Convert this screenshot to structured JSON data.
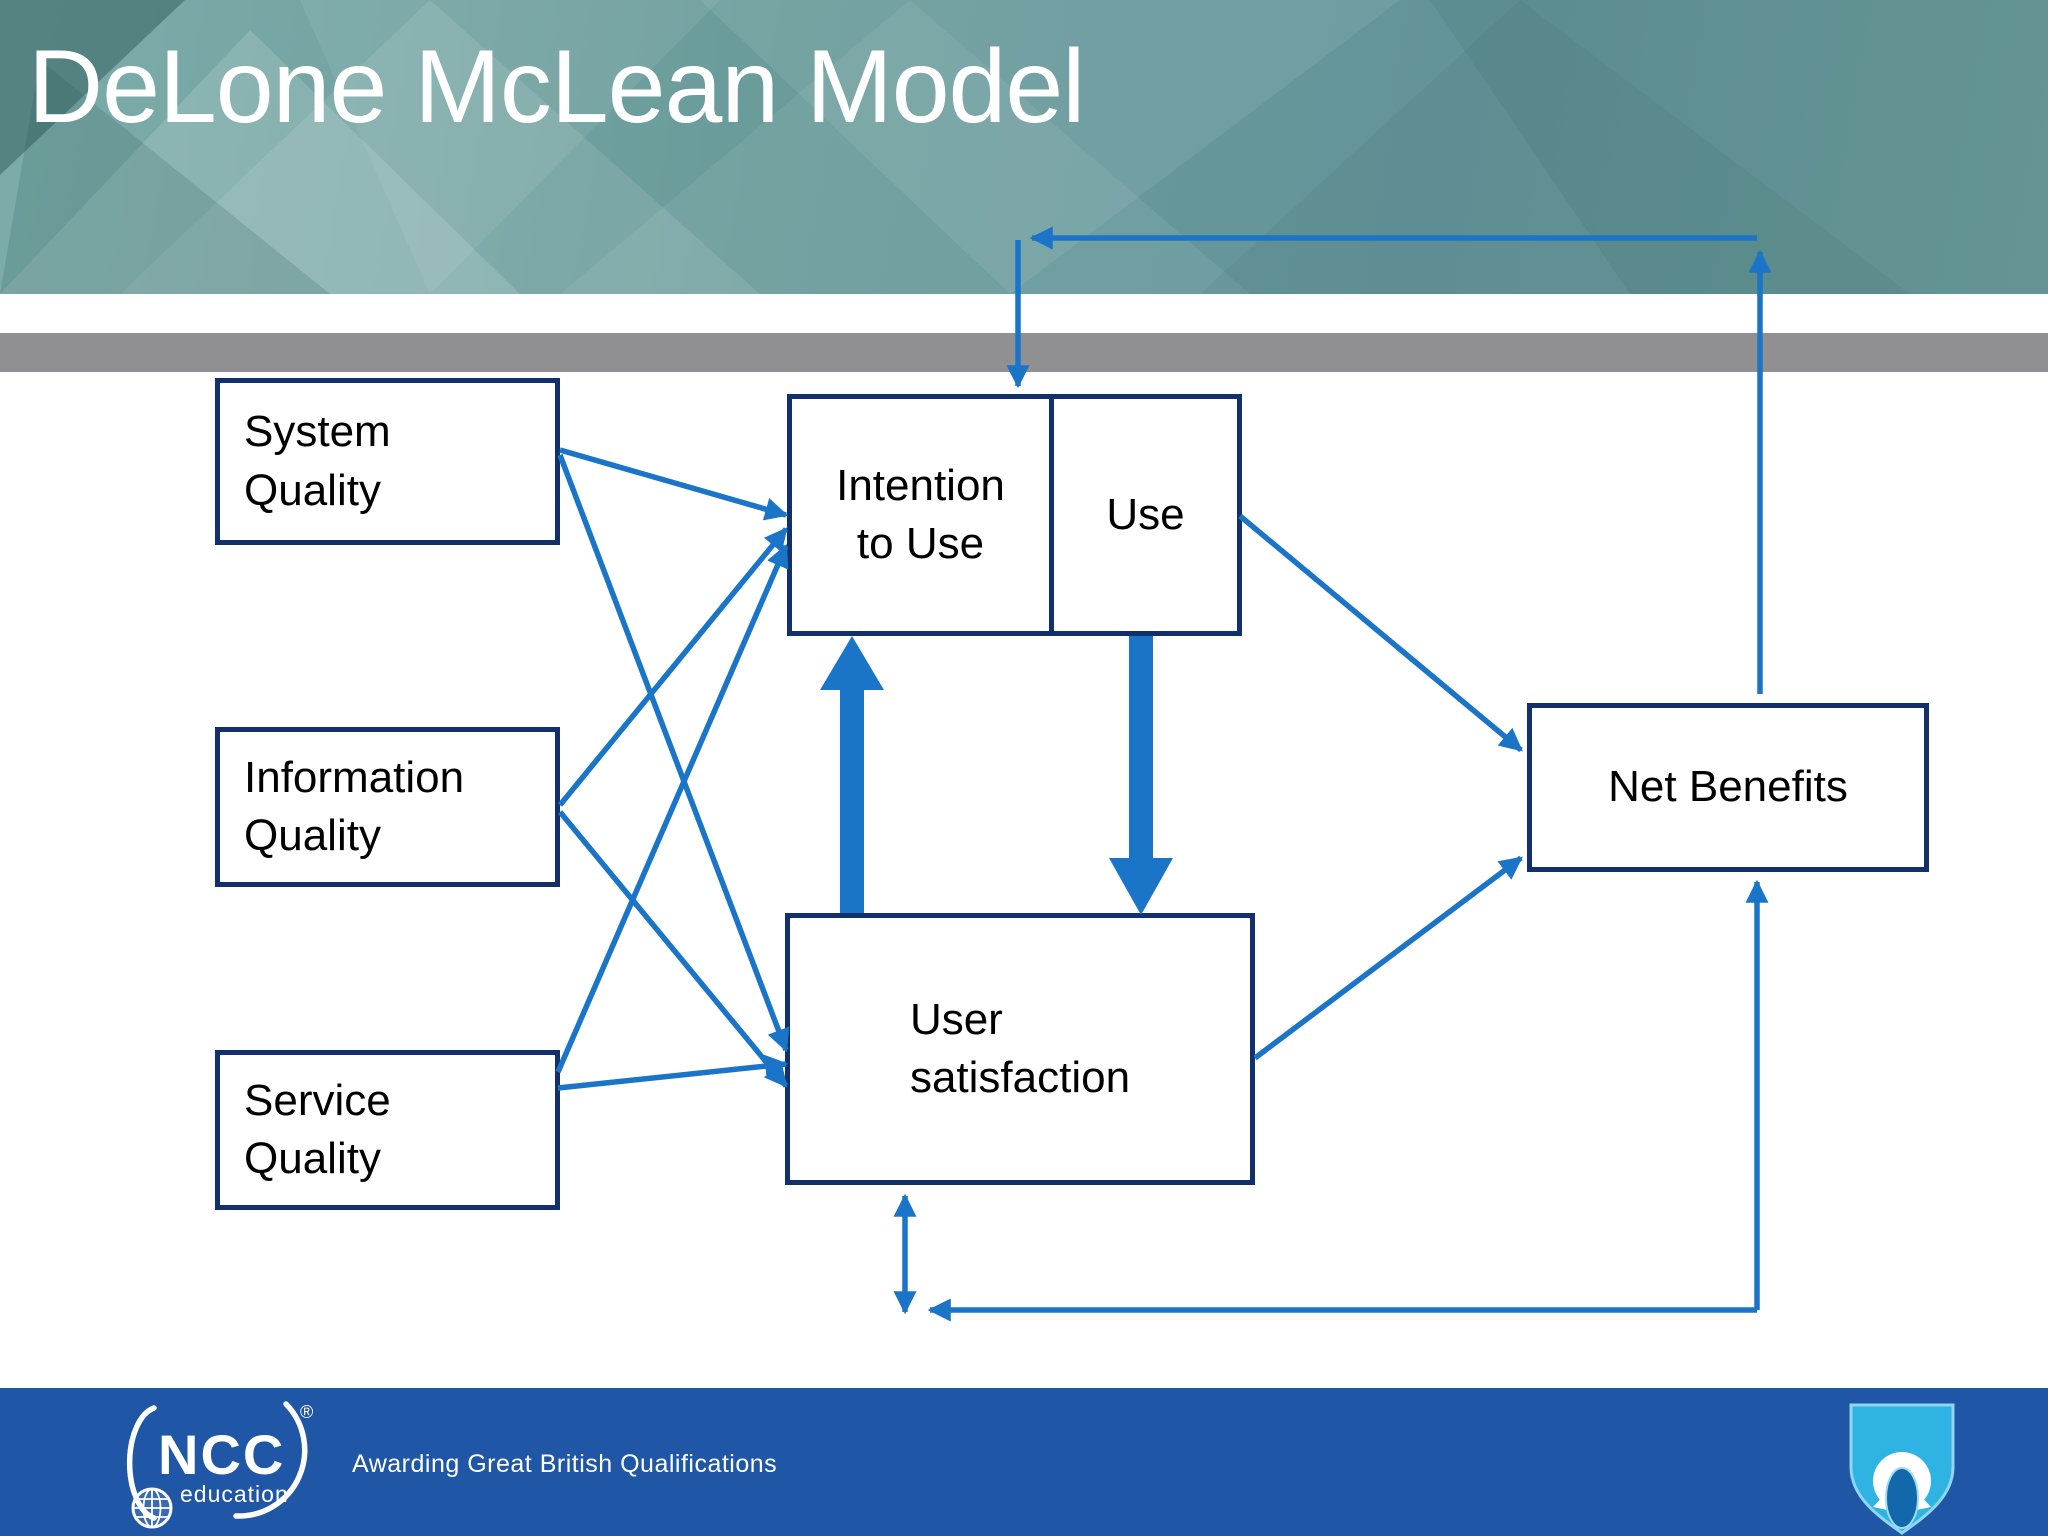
{
  "slide": {
    "title": "DeLone McLean Model"
  },
  "boxes": {
    "system": {
      "line1": "System",
      "line2": "Quality"
    },
    "information": {
      "line1": "Information",
      "line2": "Quality"
    },
    "service": {
      "line1": "Service",
      "line2": "Quality"
    },
    "intention": {
      "line1": "Intention",
      "line2": "to Use"
    },
    "use": {
      "label": "Use"
    },
    "satisfaction": {
      "line1": "User",
      "line2": "satisfaction"
    },
    "net_benefits": {
      "label": "Net Benefits"
    }
  },
  "edges": [
    {
      "from": "System Quality",
      "to": "Intention to Use",
      "style": "thin"
    },
    {
      "from": "System Quality",
      "to": "User satisfaction",
      "style": "thin"
    },
    {
      "from": "Information Quality",
      "to": "Intention to Use",
      "style": "thin"
    },
    {
      "from": "Information Quality",
      "to": "User satisfaction",
      "style": "thin"
    },
    {
      "from": "Service Quality",
      "to": "Intention to Use",
      "style": "thin"
    },
    {
      "from": "Service Quality",
      "to": "User satisfaction",
      "style": "thin"
    },
    {
      "from": "Use",
      "to": "Net Benefits",
      "style": "thin"
    },
    {
      "from": "User satisfaction",
      "to": "Net Benefits",
      "style": "thin"
    },
    {
      "from": "User satisfaction",
      "to": "Intention to Use",
      "style": "thick"
    },
    {
      "from": "Use",
      "to": "User satisfaction",
      "style": "thick"
    },
    {
      "from": "Net Benefits",
      "to": "Intention to Use / Use",
      "style": "feedback-top"
    },
    {
      "from": "Net Benefits",
      "to": "User satisfaction",
      "style": "feedback-bottom"
    }
  ],
  "footer": {
    "ncc": "NCC",
    "ncc_sub": "education",
    "registered": "®",
    "tagline": "Awarding Great British Qualifications"
  },
  "colors": {
    "arrow_blue": "#1a75c8",
    "box_border": "#12306b",
    "gray_bar": "#909092",
    "footer_blue": "#2056a6",
    "shield_light": "#2fb3e3",
    "shield_inner": "#1268ab",
    "title_color": "#ffffff"
  }
}
